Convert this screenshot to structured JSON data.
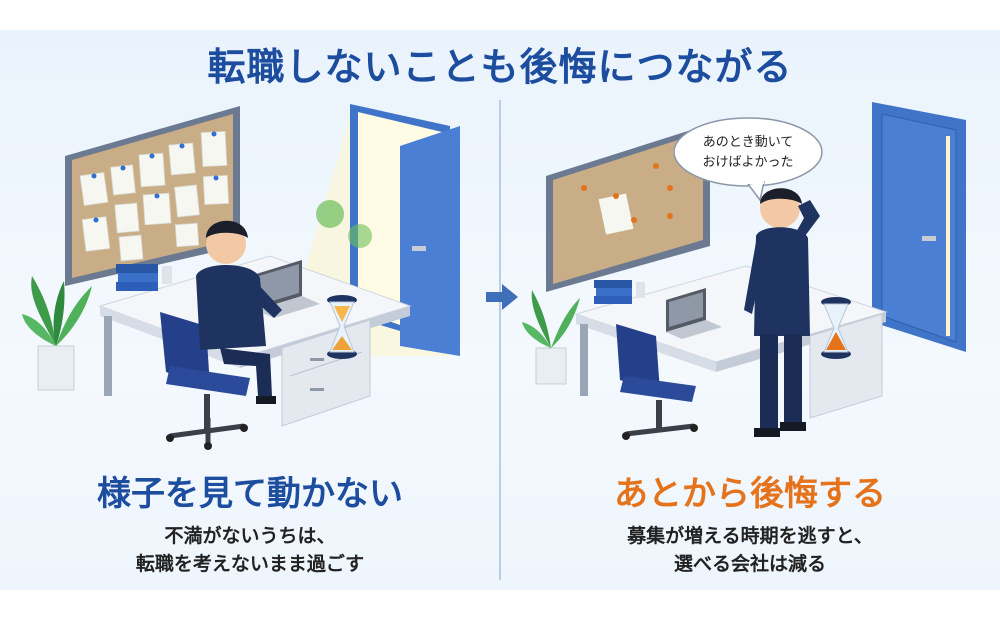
{
  "title": "転職しないことも後悔につながる",
  "left": {
    "heading": "様子を見て動かない",
    "sub_line1": "不満がないうちは、",
    "sub_line2": "転職を考えないまま過ごす"
  },
  "right": {
    "heading": "あとから後悔する",
    "sub_line1": "募集が増える時期を逃すと、",
    "sub_line2": "選べる会社は減る",
    "bubble_line1": "あのとき動いて",
    "bubble_line2": "おけばよかった"
  },
  "colors": {
    "title_blue": "#1d4d9e",
    "accent_orange": "#e5731c",
    "door_blue": "#3f74c9",
    "suit_navy": "#1f3360"
  },
  "icons": [
    "arrow-right-icon",
    "hourglass-icon",
    "plant-icon",
    "laptop-icon",
    "door-icon",
    "corkboard-icon"
  ]
}
